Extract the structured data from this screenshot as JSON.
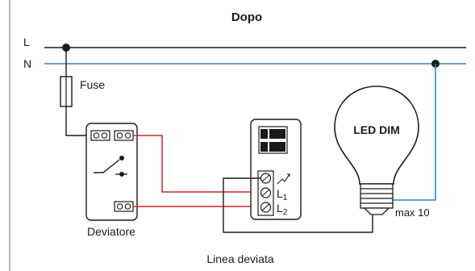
{
  "title": "Dopo",
  "lines": {
    "l_label": "L",
    "n_label": "N"
  },
  "fuse": {
    "label": "Fuse"
  },
  "switch": {
    "label": "Deviatore"
  },
  "dimmer": {
    "terminal_1": "L",
    "terminal_1_sub": "1",
    "terminal_2": "L",
    "terminal_2_sub": "2"
  },
  "bulb": {
    "label": "LED DIM",
    "max_label": "max 10"
  },
  "caption": "Linea deviata",
  "colors": {
    "live": "#1a1a1a",
    "neutral": "#2f86c1",
    "traveler": "#d1232a",
    "frame": "#9a9a9a"
  }
}
